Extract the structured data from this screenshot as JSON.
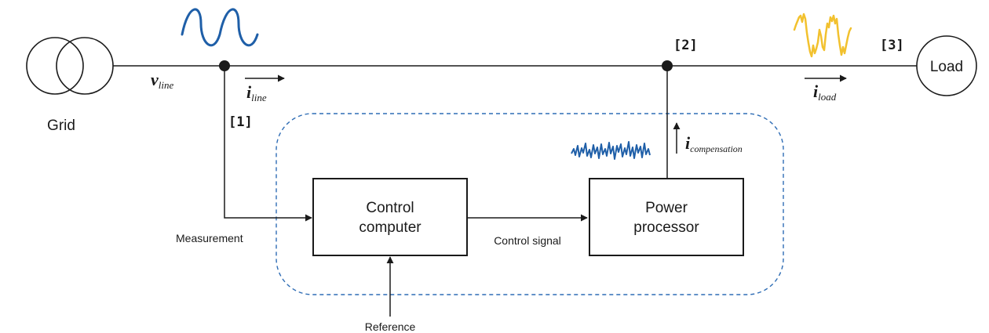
{
  "labels": {
    "grid": "Grid",
    "load": "Load",
    "v_line_symbol": "v",
    "v_line_sub": "line",
    "i_line_symbol": "i",
    "i_line_sub": "line",
    "i_load_symbol": "i",
    "i_load_sub": "load",
    "i_comp_symbol": "i",
    "i_comp_sub": "compensation",
    "node1": "[1]",
    "node2": "[2]",
    "node3": "[3]",
    "control_line1": "Control",
    "control_line2": "computer",
    "power_line1": "Power",
    "power_line2": "processor",
    "measurement": "Measurement",
    "control_signal": "Control signal",
    "reference": "Reference"
  },
  "colors": {
    "line": "#1a1a1a",
    "sine_wave": "#1f5fa8",
    "load_wave": "#f2c12e",
    "compensation_wave": "#1f5fa8",
    "dashed_boundary": "#2f6db5"
  }
}
